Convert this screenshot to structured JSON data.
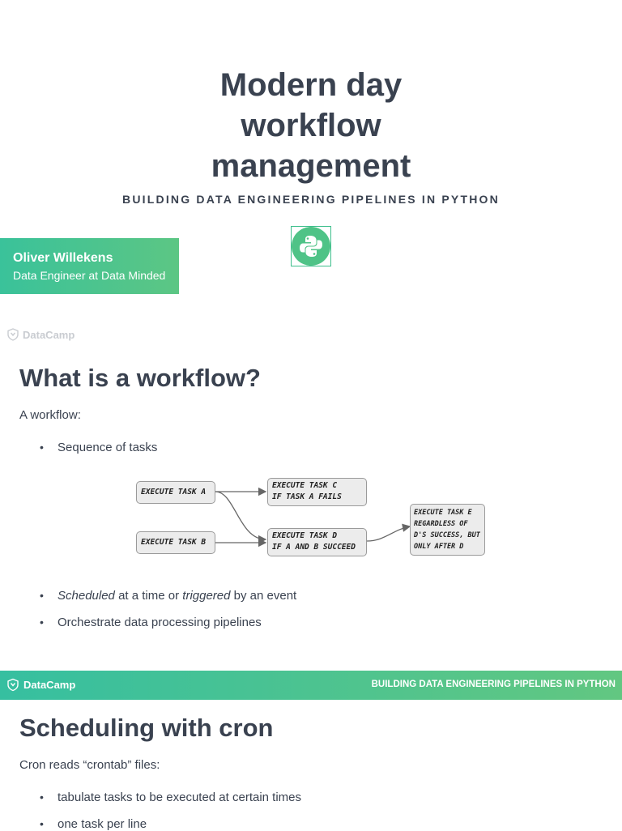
{
  "slide1": {
    "title_lines": [
      "Modern day",
      "workflow",
      "management"
    ],
    "subtitle": "BUILDING DATA ENGINEERING PIPELINES IN PYTHON",
    "author_name": "Oliver Willekens",
    "author_role": "Data Engineer at Data Minded",
    "brand": "DataCamp"
  },
  "slide2": {
    "title": "What is a workflow?",
    "intro": "A workflow:",
    "bullet1": "Sequence of tasks",
    "bullet2": {
      "em1": "Scheduled",
      "mid": " at a time or ",
      "em2": "triggered",
      "end": " by an event"
    },
    "bullet3": "Orchestrate data processing pipelines",
    "diagram": {
      "node_a": "Execute task A",
      "node_b": "Execute task B",
      "node_c": [
        "Execute task C",
        "if task A fails"
      ],
      "node_d": [
        "Execute task D",
        "If A and B succeed"
      ],
      "node_e": [
        "execute task E",
        "Regardless of",
        "D's success, but",
        "only after D"
      ]
    }
  },
  "banner": {
    "brand": "DataCamp",
    "course": "BUILDING DATA ENGINEERING PIPELINES IN PYTHON"
  },
  "slide3": {
    "title": "Scheduling with cron",
    "intro": "Cron reads “crontab” files:",
    "bullet1": "tabulate tasks to be executed at certain times",
    "bullet2": "one task per line"
  }
}
